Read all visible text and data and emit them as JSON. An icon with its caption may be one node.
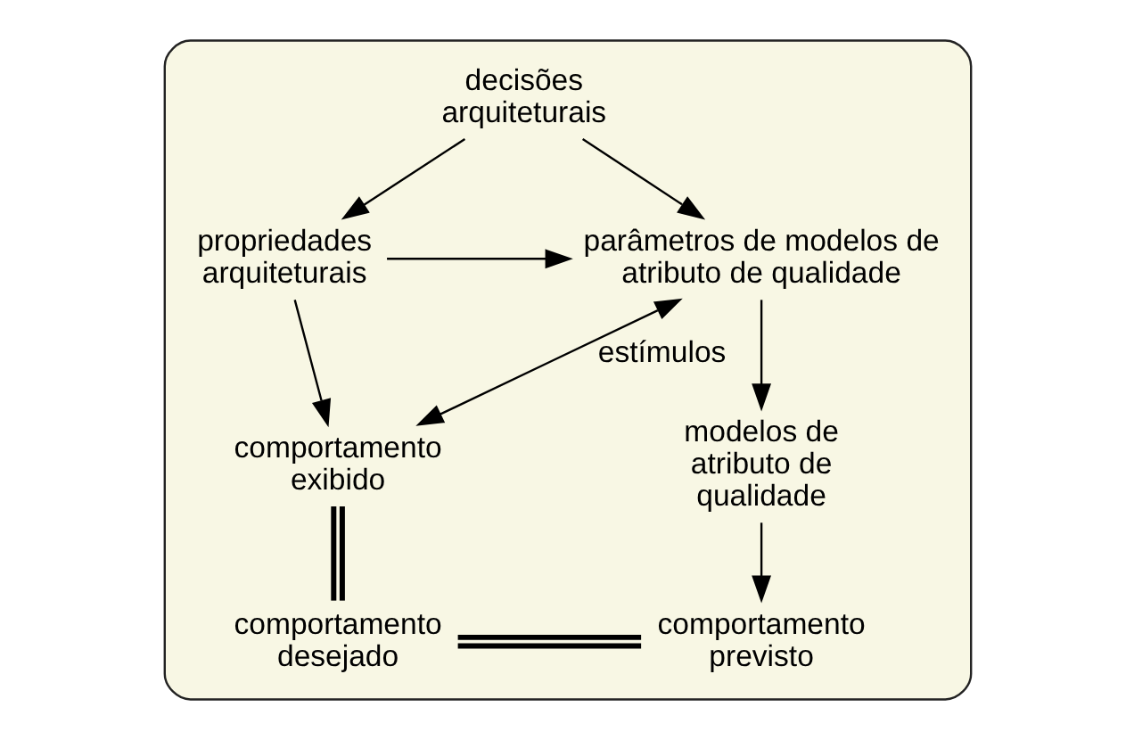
{
  "diagram": {
    "nodes": [
      {
        "text": [],
        "shape": "box"
      },
      {
        "text": [
          "decisões arquiteturais"
        ],
        "in": 0
      },
      {
        "text": [
          "parâmetros de modelos de atributo de qualidade"
        ],
        "in": 0
      },
      {
        "text": [
          "propriedades arquiteturais"
        ],
        "in": 0
      },
      {
        "text": [
          "comportamento exibido"
        ],
        "in": 0
      },
      {
        "text": [
          "modelos de atributo de qualidade"
        ],
        "in": 0
      },
      {
        "text": [
          "comportamento desejado"
        ],
        "in": 0
      },
      {
        "text": [
          "comportamento previsto"
        ],
        "in": 0
      }
    ],
    "edges": [
      {
        "from": 1,
        "to": 2,
        "arrow": "to"
      },
      {
        "from": 1,
        "to": 3,
        "arrow": "to"
      },
      {
        "from": 3,
        "to": 2,
        "arrow": "to"
      },
      {
        "from": 3,
        "to": 4,
        "arrow": "to"
      },
      {
        "from": 2,
        "to": 4,
        "arrow": "both",
        "label": "estímulos"
      },
      {
        "from": 2,
        "to": 5,
        "arrow": "to"
      },
      {
        "from": 5,
        "to": 7,
        "arrow": "to"
      },
      {
        "from": 4,
        "to": 6,
        "arrow": "none",
        "style": "thick"
      },
      {
        "from": 6,
        "to": 7,
        "arrow": "none",
        "style": "thick"
      }
    ]
  }
}
